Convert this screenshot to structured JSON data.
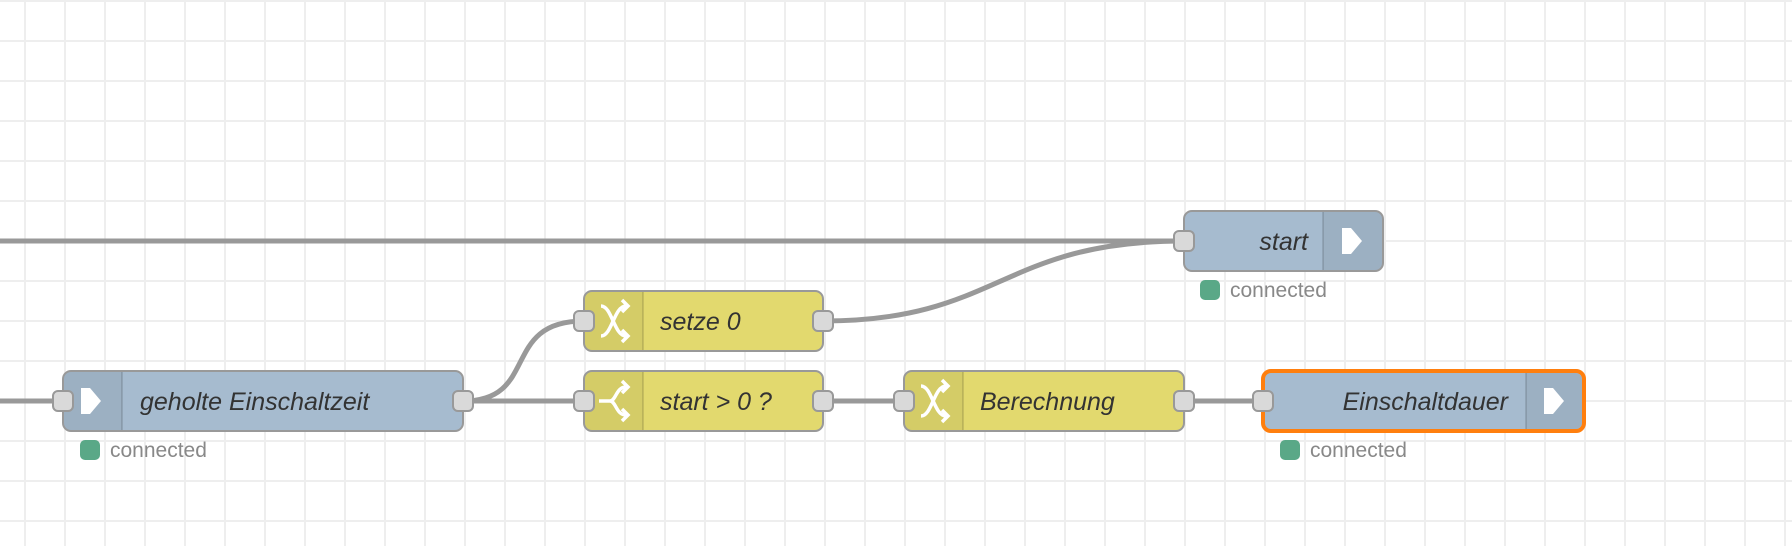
{
  "colors": {
    "link_node": "#a6bbcf",
    "function_node": "#e2d96e",
    "status_connected": "#5aa887",
    "selected_outline": "#ff7f0e",
    "wire": "#999999"
  },
  "nodes": {
    "start": {
      "label": "start",
      "type": "link-out",
      "icon": "arrow-right-icon",
      "status": "connected"
    },
    "setze0": {
      "label": "setze 0",
      "type": "change",
      "icon": "shuffle-icon"
    },
    "geholte": {
      "label": "geholte Einschaltzeit",
      "type": "link-in",
      "icon": "arrow-right-icon",
      "status": "connected"
    },
    "start_gt_0": {
      "label": "start > 0 ?",
      "type": "switch",
      "icon": "switch-icon"
    },
    "berechnung": {
      "label": "Berechnung",
      "type": "change",
      "icon": "shuffle-icon"
    },
    "einschaltdauer": {
      "label": "Einschaltdauer",
      "type": "link-out",
      "icon": "arrow-right-icon",
      "status": "connected",
      "selected": true
    }
  }
}
